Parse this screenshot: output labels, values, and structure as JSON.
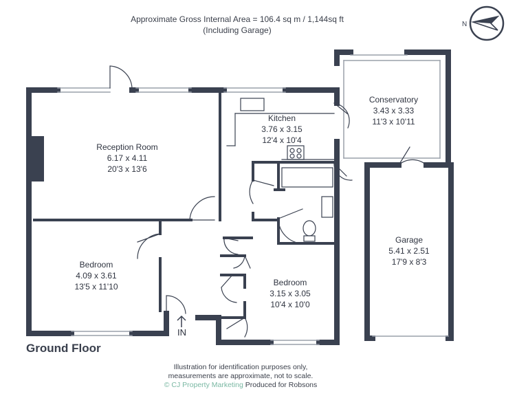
{
  "header": {
    "area_line": "Approximate Gross Internal Area = 106.4 sq m / 1,144sq ft",
    "note_line": "(Including Garage)"
  },
  "compass": {
    "label": "N"
  },
  "rooms": [
    {
      "id": "reception",
      "name": "Reception Room",
      "metric": "6.17 x 4.11",
      "imperial": "20'3 x 13'6"
    },
    {
      "id": "kitchen",
      "name": "Kitchen",
      "metric": "3.76 x 3.15",
      "imperial": "12'4 x 10'4"
    },
    {
      "id": "conservatory",
      "name": "Conservatory",
      "metric": "3.43 x 3.33",
      "imperial": "11'3 x 10'11"
    },
    {
      "id": "garage",
      "name": "Garage",
      "metric": "5.41 x 2.51",
      "imperial": "17'9 x 8'3"
    },
    {
      "id": "bedroom1",
      "name": "Bedroom",
      "metric": "4.09 x 3.61",
      "imperial": "13'5 x 11'10"
    },
    {
      "id": "bedroom2",
      "name": "Bedroom",
      "metric": "3.15 x 3.05",
      "imperial": "10'4 x 10'0"
    }
  ],
  "entry_label": "IN",
  "floor_label": "Ground Floor",
  "footer": {
    "line1": "Illustration for identification purposes only,",
    "line2": "measurements are approximate, not to scale.",
    "brand": "© CJ Property Marketing",
    "produced": "Produced for Robsons"
  },
  "colors": {
    "wall": "#3a4150",
    "text": "#2f3440",
    "brand": "#7ab8a3",
    "glass": "#9aa0aa"
  }
}
